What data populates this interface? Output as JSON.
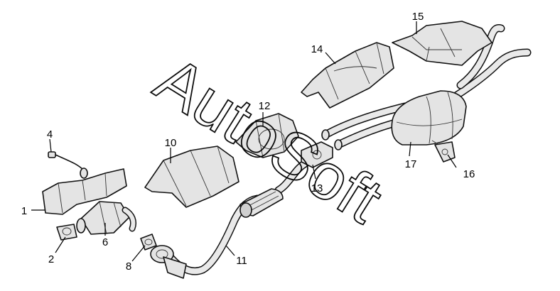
{
  "watermark": "AutoSoft",
  "callouts": [
    "1",
    "2",
    "4",
    "6",
    "8",
    "10",
    "11",
    "12",
    "13",
    "14",
    "15",
    "16",
    "17"
  ]
}
